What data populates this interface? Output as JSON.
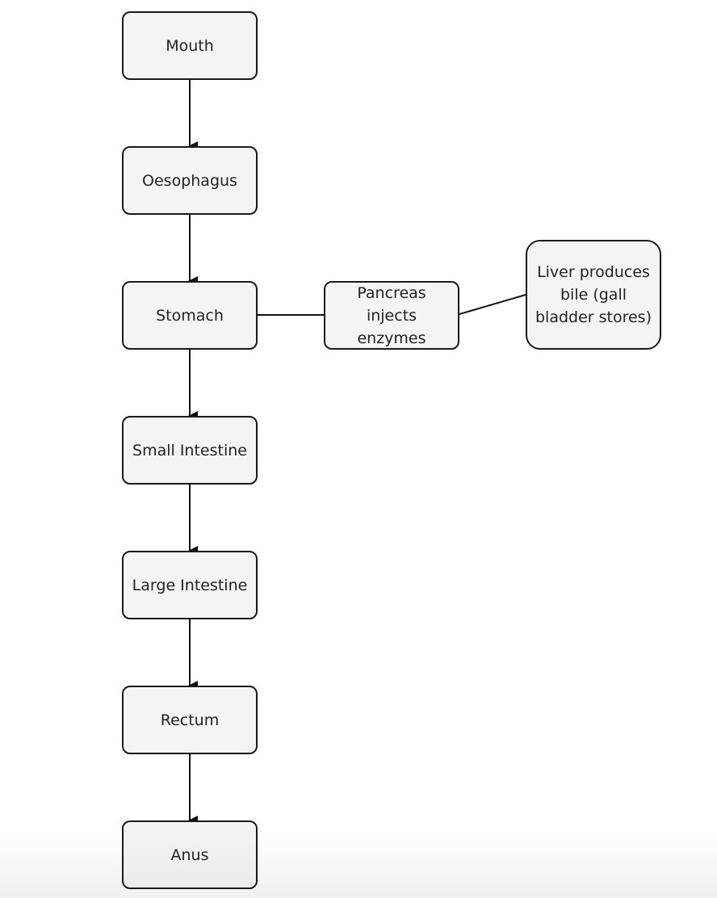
{
  "diagram": {
    "nodes": {
      "mouth": "Mouth",
      "oesophagus": "Oesophagus",
      "stomach": "Stomach",
      "small_intestine": "Small Intestine",
      "large_intestine": "Large Intestine",
      "rectum": "Rectum",
      "anus": "Anus",
      "pancreas": "Pancreas injects enzymes",
      "liver": "Liver produces bile (gall bladder stores)"
    },
    "edges": [
      {
        "from": "mouth",
        "to": "oesophagus",
        "arrow": true
      },
      {
        "from": "oesophagus",
        "to": "stomach",
        "arrow": true
      },
      {
        "from": "stomach",
        "to": "small_intestine",
        "arrow": true
      },
      {
        "from": "small_intestine",
        "to": "large_intestine",
        "arrow": true
      },
      {
        "from": "large_intestine",
        "to": "rectum",
        "arrow": true
      },
      {
        "from": "rectum",
        "to": "anus",
        "arrow": true
      },
      {
        "from": "stomach",
        "to": "pancreas",
        "arrow": false
      },
      {
        "from": "pancreas",
        "to": "liver",
        "arrow": false
      }
    ],
    "colors": {
      "node_fill": "#f4f4f4",
      "node_border": "#1a1a1a",
      "edge": "#111111",
      "text": "#222222"
    }
  }
}
